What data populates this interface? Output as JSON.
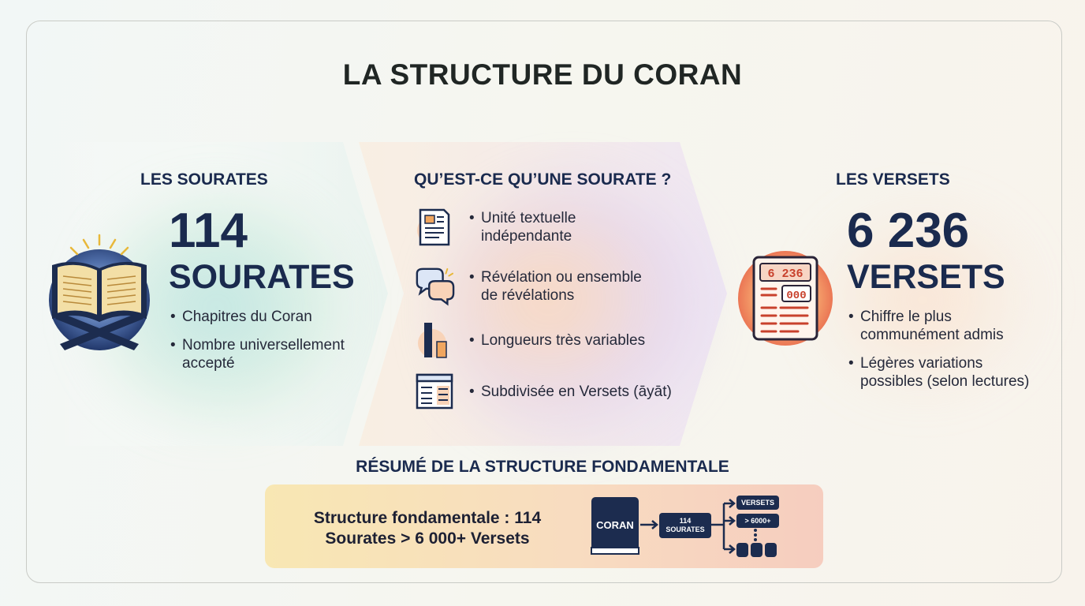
{
  "title": "LA STRUCTURE DU CORAN",
  "left": {
    "heading": "LES SOURATES",
    "number": "114",
    "unit": "SOURATES",
    "bullets": [
      "Chapitres du Coran",
      "Nombre universellement accepté"
    ],
    "icon": "open-quran-book-icon"
  },
  "middle": {
    "heading": "QU’EST-CE QU’UNE SOURATE ?",
    "items": [
      {
        "icon": "document-icon",
        "text": "Unité textuelle indépendante"
      },
      {
        "icon": "speech-bubbles-icon",
        "text": "Révélation ou ensemble de révélations"
      },
      {
        "icon": "bar-length-icon",
        "text": "Longueurs très variables"
      },
      {
        "icon": "columns-verses-icon",
        "text": "Subdivisée en Versets (āyāt)"
      }
    ]
  },
  "right": {
    "heading": "LES VERSETS",
    "number": "6 236",
    "unit": "VERSETS",
    "bullets": [
      "Chiffre le plus communément admis",
      "Légères variations possibles (selon lectures)"
    ],
    "icon": "counter-display-icon",
    "icon_display": "6 236",
    "icon_digits": "000"
  },
  "summary": {
    "title": "RÉSUMÉ DE LA STRUCTURE FONDAMENTALE",
    "text": "Structure fondamentale : 114 Sourates > 6 000+ Versets",
    "diagram": {
      "book_label": "CORAN",
      "sourates_label": "114 SOURATES",
      "versets_label": "VERSETS",
      "count_label": "> 6000+"
    }
  },
  "colors": {
    "navy": "#1a2a4e",
    "accent_orange": "#e2692f",
    "summary_gradient_start": "#f8e7b3",
    "summary_gradient_end": "#f6cdbf"
  }
}
